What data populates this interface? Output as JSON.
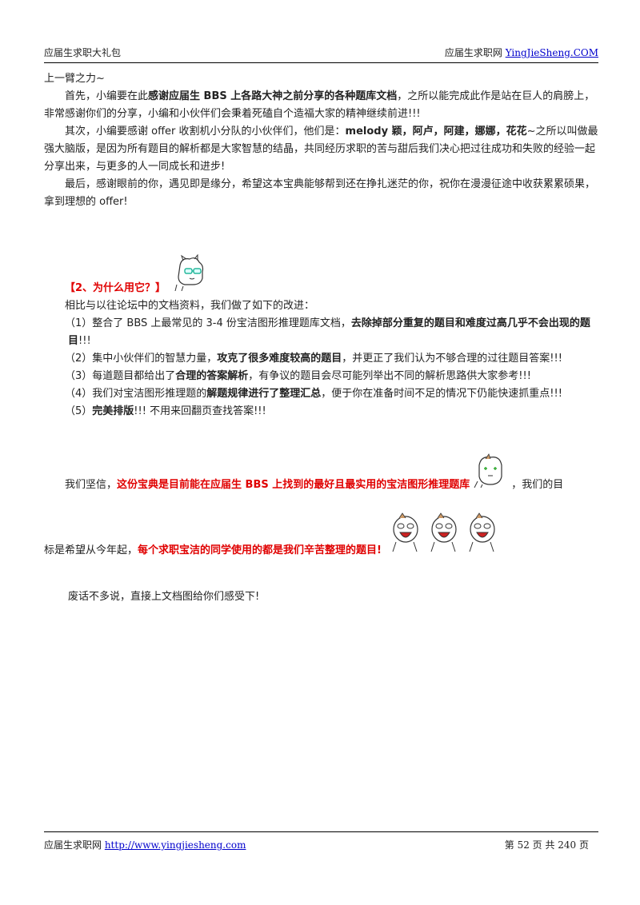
{
  "header": {
    "left": "应届生求职大礼包",
    "right_prefix": "应届生求职网 ",
    "right_link": "YingJieSheng.COM"
  },
  "body": {
    "line0": "上一臂之力~",
    "p1_a": "首先，小编要在此",
    "p1_bold": "感谢应届生 BBS 上各路大神之前分享的各种题库文档",
    "p1_b": "，之所以能完成此作是站在巨人的肩膀上，非常感谢你们的分享，小编和小伙伴们会秉着死磕自个造福大家的精神继续前进!!!",
    "p2_a": "其次，小编要感谢 offer 收割机小分队的小伙伴们，他们是：",
    "p2_bold": "melody 颖，阿卢，阿建，娜娜，花花",
    "p2_b": "~之所以叫做最强大脑版，是因为所有题目的解析都是大家智慧的结晶，共同经历求职的苦与甜后我们决心把过往成功和失败的经验一起分享出来，与更多的人一同成长和进步!",
    "p3": "最后，感谢眼前的你，遇见即是缘分，希望这本宝典能够帮到还在挣扎迷茫的你，祝你在漫漫征途中收获累累硕果，拿到理想的 offer!",
    "section_title": "【2、为什么用它？】",
    "intro": "相比与以往论坛中的文档资料，我们做了如下的改进：",
    "item1_a": "（1）整合了 BBS 上最常见的 3-4 份宝洁图形推理题库文档，",
    "item1_bold": "去除掉部分重复的题目和难度过高几乎不会出现的题目",
    "item1_b": "!!!",
    "item2_a": "（2）集中小伙伴们的智慧力量，",
    "item2_bold": "攻克了很多难度较高的题目",
    "item2_b": "，并更正了我们认为不够合理的过往题目答案!!!",
    "item3_a": "（3）每道题目都给出了",
    "item3_bold": "合理的答案解析",
    "item3_b": "，有争议的题目会尽可能列举出不同的解析思路供大家参考!!!",
    "item4_a": "（4）我们对宝洁图形推理题的",
    "item4_bold": "解题规律进行了整理汇总",
    "item4_b": "，便于你在准备时间不足的情况下仍能快速抓重点!!!",
    "item5_a": "（5）",
    "item5_bold": "完美排版",
    "item5_b": "!!! 不用来回翻页查找答案!!!",
    "belief_a": "我们坚信，",
    "belief_red": "这份宝典是目前能在应届生 BBS 上找到的最好且最实用的宝洁图形推理题库",
    "belief_b": "，我们的目",
    "goal_a": "标是希望从今年起，",
    "goal_red": "每个求职宝洁的同学使用的都是我们辛苦整理的题目!",
    "final": "废话不多说，直接上文档图给你们感受下!"
  },
  "footer": {
    "left_prefix": "应届生求职网 ",
    "left_link": "http://www.yingjiesheng.com",
    "right": "第 52 页 共 240 页"
  },
  "icons": [
    "glasses-face-icon",
    "smirk-face-icon",
    "laughing-face-icon"
  ]
}
